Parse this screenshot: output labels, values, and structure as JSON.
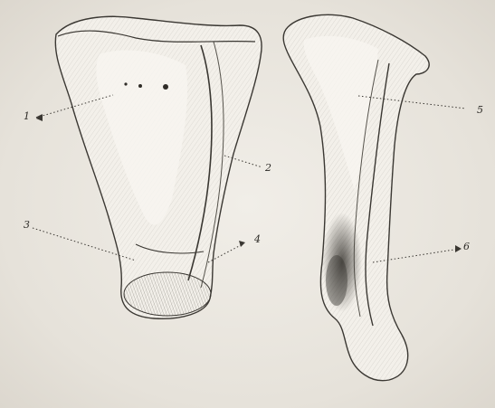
{
  "labels": {
    "l1": "1",
    "l2": "2",
    "l3": "3",
    "l4": "4",
    "l5": "5",
    "l6": "6"
  },
  "colors": {
    "ink": "#2f2c27",
    "paper": "#ece9e2",
    "shade": "#6d6a64"
  }
}
